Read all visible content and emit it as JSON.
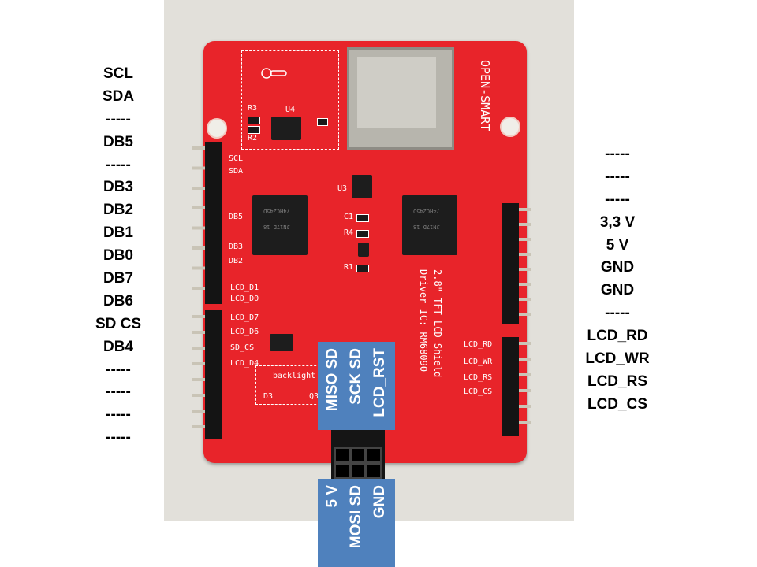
{
  "left_labels": [
    "SCL",
    "SDA",
    "-----",
    "DB5",
    "-----",
    "DB3",
    "DB2",
    "DB1",
    "DB0",
    "DB7",
    "DB6",
    "SD CS",
    "DB4",
    "-----",
    "-----",
    "-----",
    "-----"
  ],
  "right_labels": [
    "-----",
    "-----",
    "-----",
    "3,3 V",
    "5 V",
    "GND",
    "GND",
    "-----",
    "LCD_RD",
    "LCD_WR",
    "LCD_RS",
    "LCD_CS"
  ],
  "top_box_labels": [
    "MISO SD",
    "SCK SD",
    "LCD_RST"
  ],
  "bottom_box_labels": [
    "5 V",
    "MOSI SD",
    "GND"
  ],
  "board": {
    "brand": "OPEN-SMART",
    "product": "2.8\" TFT LCD Shield",
    "driver": "Driver IC: RM68090",
    "chip_marking": "74HC245D",
    "chip_code": "JN17D 18",
    "u4": "U4",
    "u3": "U3",
    "r1": "R1",
    "r2": "R2",
    "r3": "R3",
    "r4": "R4",
    "c1": "C1",
    "backlight": "backlight",
    "d3": "D3",
    "q3": "Q3",
    "left_silk": [
      "SCL",
      "SDA",
      "DB5",
      "DB3",
      "DB2",
      "LCD_D1",
      "LCD_D0",
      "LCD_D7",
      "LCD_D6",
      "SD_CS",
      "LCD_D4"
    ],
    "right_silk": [
      "LCD_RD",
      "LCD_WR",
      "LCD_RS",
      "LCD_CS"
    ]
  },
  "colors": {
    "board": "#e8242a",
    "label_box": "#4f81bd",
    "background": "#ffffff"
  }
}
